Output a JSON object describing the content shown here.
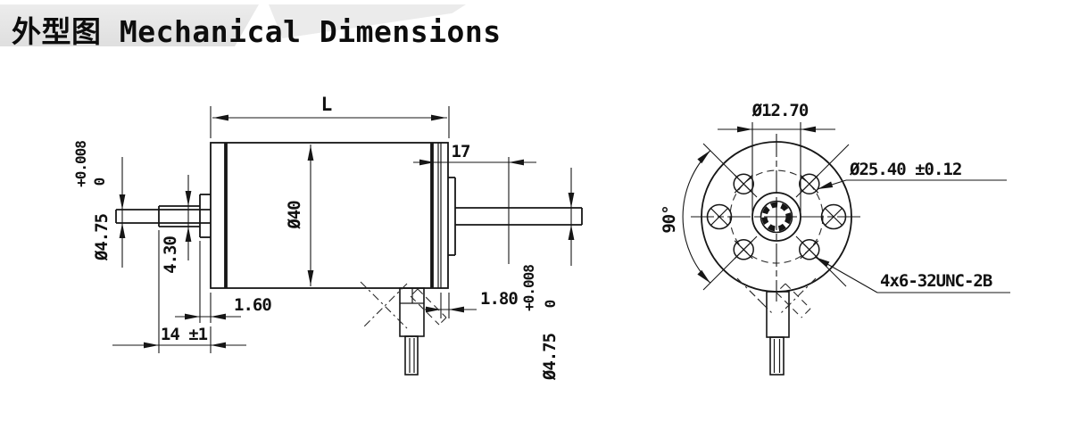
{
  "header": {
    "title": "外型图 Mechanical Dimensions"
  },
  "colors": {
    "ink": "#161616",
    "banner": "#e3e3e3",
    "background": "#ffffff"
  },
  "side_view": {
    "dims": {
      "length": "L",
      "body_dia": "Ø40",
      "front_shaft_len": "17",
      "shaft_dia": "Ø4.75",
      "shaft_tol_upper": "+0.008",
      "shaft_tol_lower": "0",
      "rear_flat": "4.30",
      "flange_gap": "1.60",
      "rear_shaft_len": "14 ±1",
      "plate_thickness": "1.80"
    }
  },
  "front_view": {
    "dims": {
      "pilot_dia": "Ø12.70",
      "bolt_circle_dia": "Ø25.40 ±0.12",
      "hole_angle": "90°",
      "thread_spec": "4x6-32UNC-2B"
    }
  }
}
